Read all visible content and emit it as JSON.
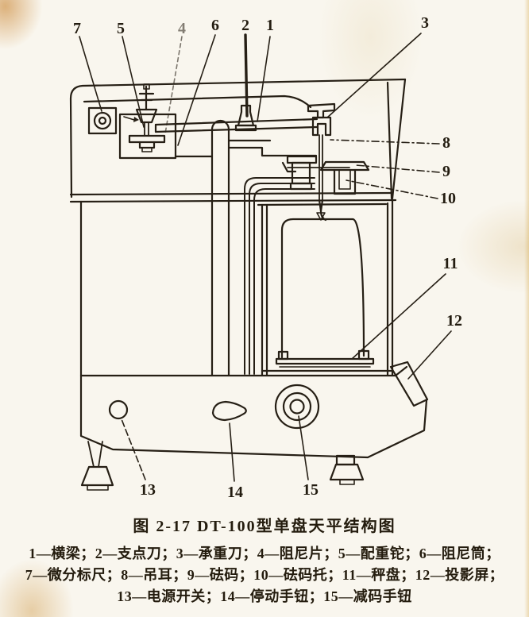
{
  "figure": {
    "caption": "图 2-17  DT-100型单盘天平结构图",
    "legend_lines": [
      "1—横梁；2—支点刀；3—承重刀；4—阻尼片；5—配重铊；6—阻尼筒；",
      "7—微分标尺；8—吊耳；9—砝码；10—砝码托；11—秤盘；12—投影屏；",
      "13—电源开关；14—停动手钮；15—减码手钮"
    ],
    "parts": [
      {
        "num": "1",
        "name": "横梁"
      },
      {
        "num": "2",
        "name": "支点刀"
      },
      {
        "num": "3",
        "name": "承重刀"
      },
      {
        "num": "4",
        "name": "阻尼片"
      },
      {
        "num": "5",
        "name": "配重铊"
      },
      {
        "num": "6",
        "name": "阻尼筒"
      },
      {
        "num": "7",
        "name": "微分标尺"
      },
      {
        "num": "8",
        "name": "吊耳"
      },
      {
        "num": "9",
        "name": "砝码"
      },
      {
        "num": "10",
        "name": "砝码托"
      },
      {
        "num": "11",
        "name": "秤盘"
      },
      {
        "num": "12",
        "name": "投影屏"
      },
      {
        "num": "13",
        "name": "电源开关"
      },
      {
        "num": "14",
        "name": "停动手钮"
      },
      {
        "num": "15",
        "name": "减码手钮"
      }
    ],
    "colors": {
      "ink": "#261f15",
      "paper": "#f9f6ee"
    }
  }
}
